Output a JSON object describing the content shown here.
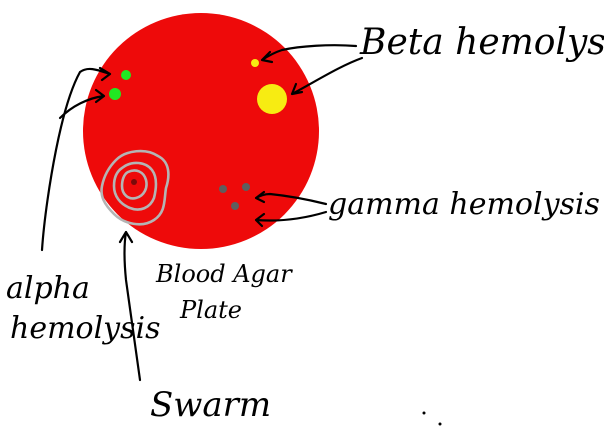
{
  "colors": {
    "agar": "#ee0a0a",
    "alpha_colony": "#22e822",
    "beta_colony": "#f7ec12",
    "gamma_colony": "#5e5e5e",
    "swarm": "#b4b4b4",
    "swarm_center": "#7a0a0a",
    "ink": "#000000"
  },
  "labels": {
    "beta": "Beta hemolysis",
    "gamma": "gamma hemolysis",
    "alpha_line1": "alpha",
    "alpha_line2": "hemolysis",
    "plate_line1": "Blood Agar",
    "plate_line2": "Plate",
    "swarm": "Swarm"
  }
}
